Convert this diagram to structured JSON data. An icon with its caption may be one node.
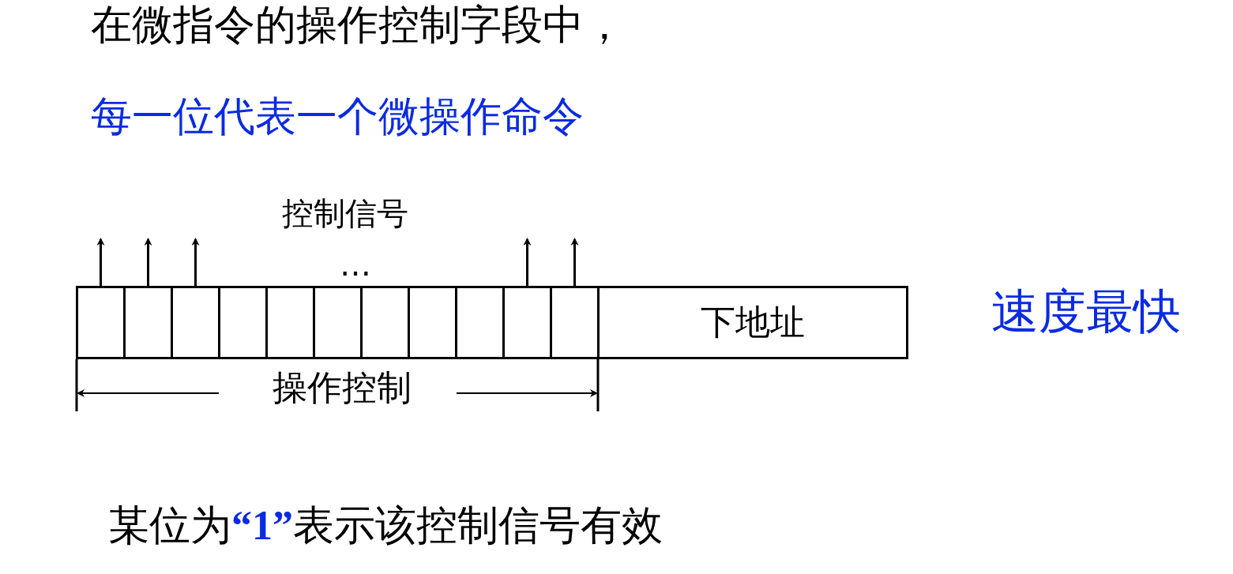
{
  "diagram": {
    "title": "在微指令的操作控制字段中，",
    "nodes": [
      {
        "text": [],
        "shape": "box"
      },
      {
        "text": [],
        "shape": "box"
      },
      {
        "text": [],
        "shape": "box"
      },
      {
        "text": [],
        "shape": "box"
      },
      {
        "text": [],
        "shape": "box"
      },
      {
        "text": [],
        "shape": "box"
      },
      {
        "text": [],
        "shape": "box"
      },
      {
        "text": [],
        "shape": "box"
      },
      {
        "text": [],
        "shape": "box"
      },
      {
        "text": [],
        "shape": "box"
      },
      {
        "text": [],
        "shape": "box"
      },
      {
        "text": [
          "下地址"
        ]
      }
    ],
    "edges": [
      {
        "from": 0,
        "to": null,
        "arrow": "to"
      },
      {
        "from": 1,
        "to": null,
        "arrow": "to"
      },
      {
        "from": 2,
        "to": null,
        "arrow": "to"
      },
      {
        "from": 9,
        "to": null,
        "arrow": "to"
      },
      {
        "from": 10,
        "to": null,
        "arrow": "to"
      }
    ],
    "labels": [
      "每一位代表一个微操作命令",
      "控制信号",
      "…",
      "速度最快",
      "操作控制",
      "某位为**“1”**表示该控制信号有效"
    ]
  }
}
